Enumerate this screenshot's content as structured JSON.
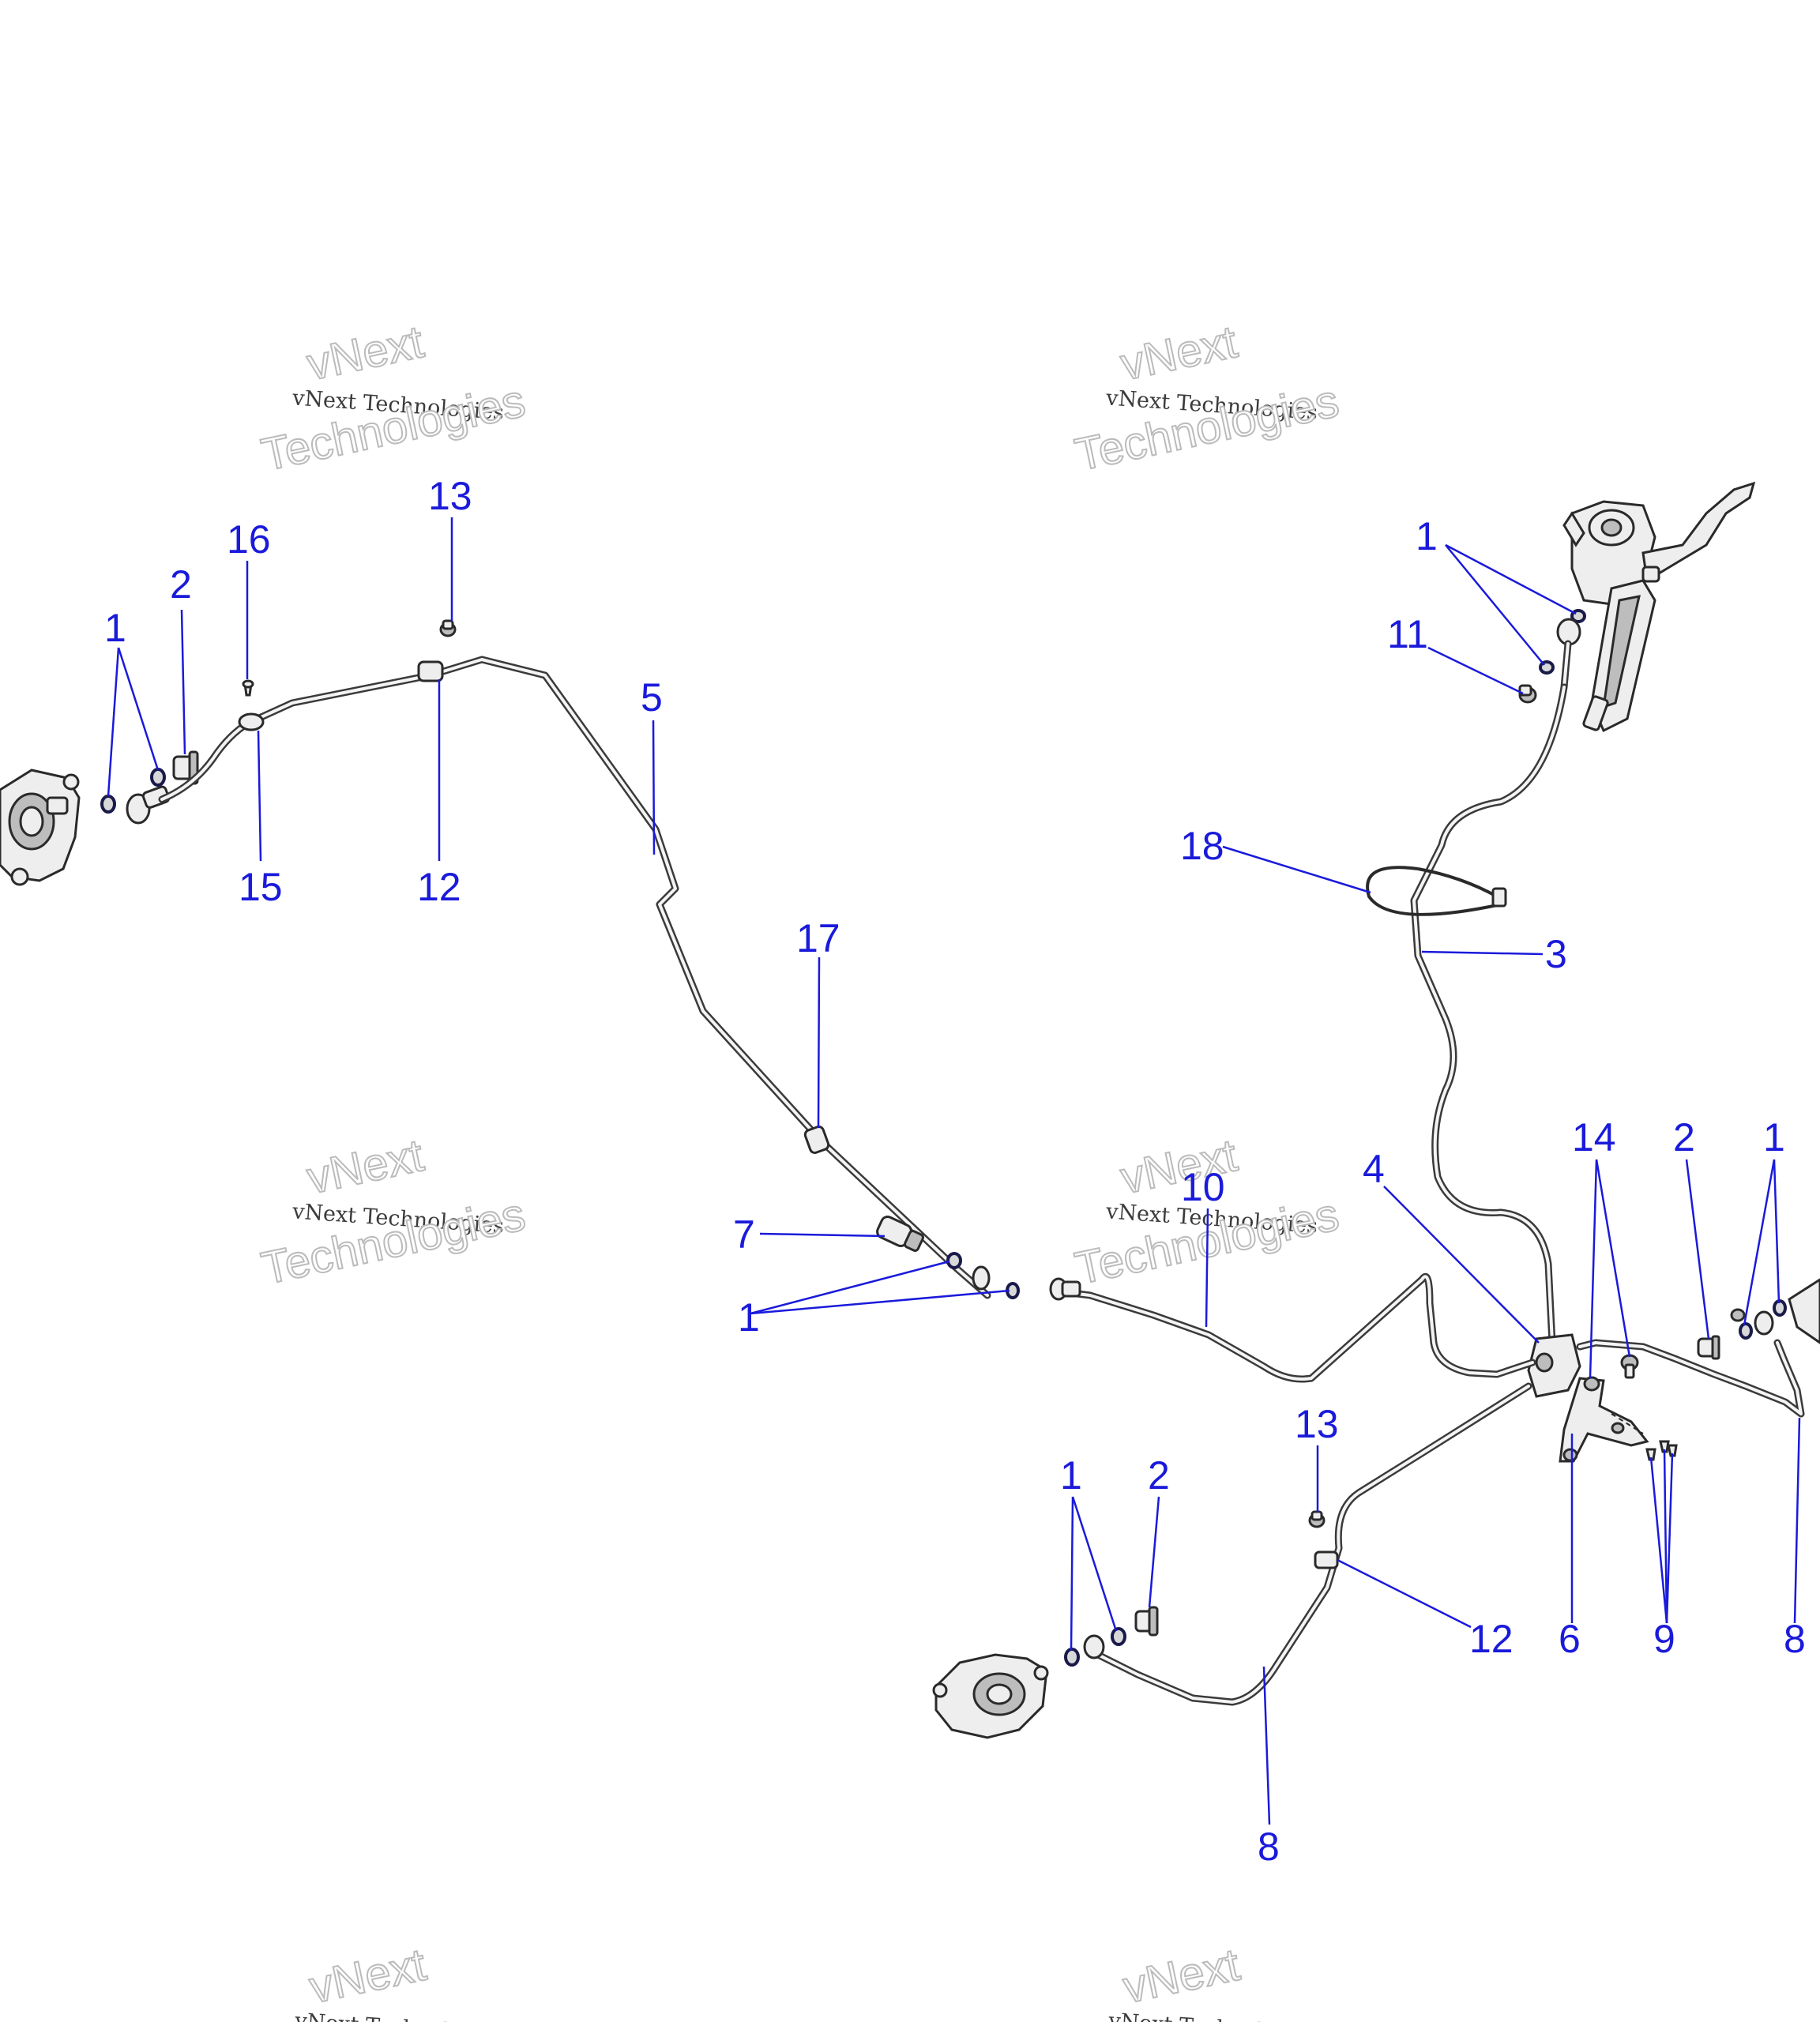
{
  "watermark": {
    "line_a": "vNext",
    "line_b": "Technologies",
    "line_c": "vNext Technologies"
  },
  "callouts": {
    "c13a": "13",
    "c16": "16",
    "c2a": "2",
    "c1a": "1",
    "c5": "5",
    "c15": "15",
    "c12a": "12",
    "c17": "17",
    "c7": "7",
    "c1b": "1",
    "c1c": "1",
    "c11": "11",
    "c18": "18",
    "c3": "3",
    "c10": "10",
    "c4": "4",
    "c14": "14",
    "c2b": "2",
    "c1d": "1",
    "c13b": "13",
    "c1e": "1",
    "c2c": "2",
    "c12b": "12",
    "c6": "6",
    "c9": "9",
    "c8a": "8",
    "c8b": "8"
  },
  "colors": {
    "callout": "#1a1adb",
    "line": "#3a3a3a"
  }
}
